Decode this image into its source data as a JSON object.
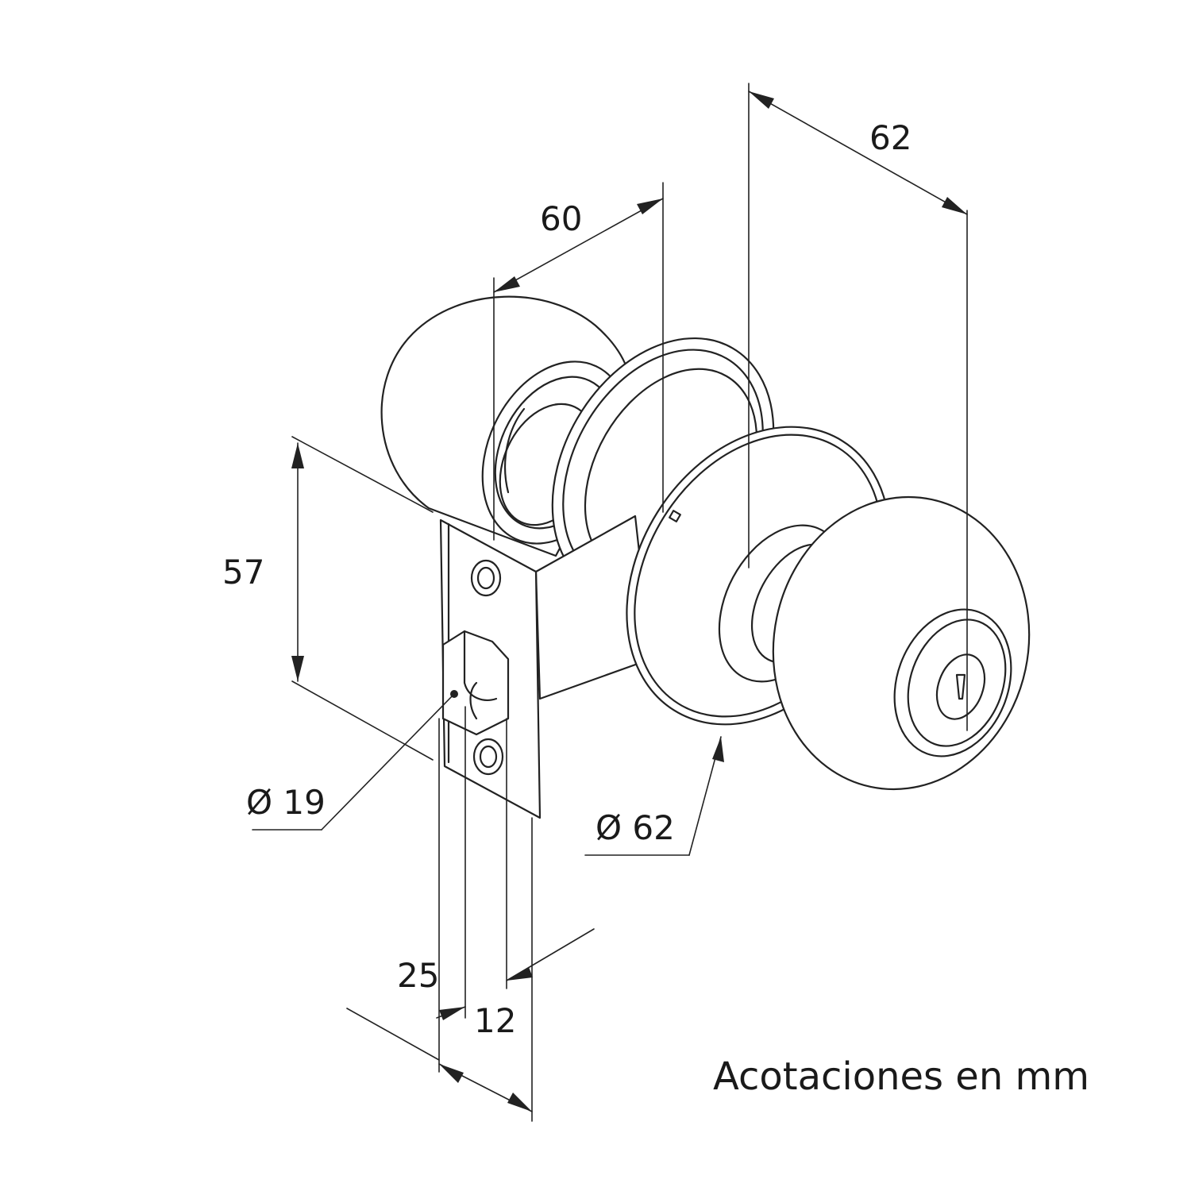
{
  "dimensions": {
    "knob_length": "62",
    "rose_to_rose": "60",
    "faceplate_height": "57",
    "latch_diameter": "Ø 19",
    "rose_diameter": "Ø 62",
    "backset": "25",
    "latch_projection": "12"
  },
  "note": "Acotaciones en mm",
  "colors": {
    "line": "#222222",
    "background": "#ffffff"
  }
}
